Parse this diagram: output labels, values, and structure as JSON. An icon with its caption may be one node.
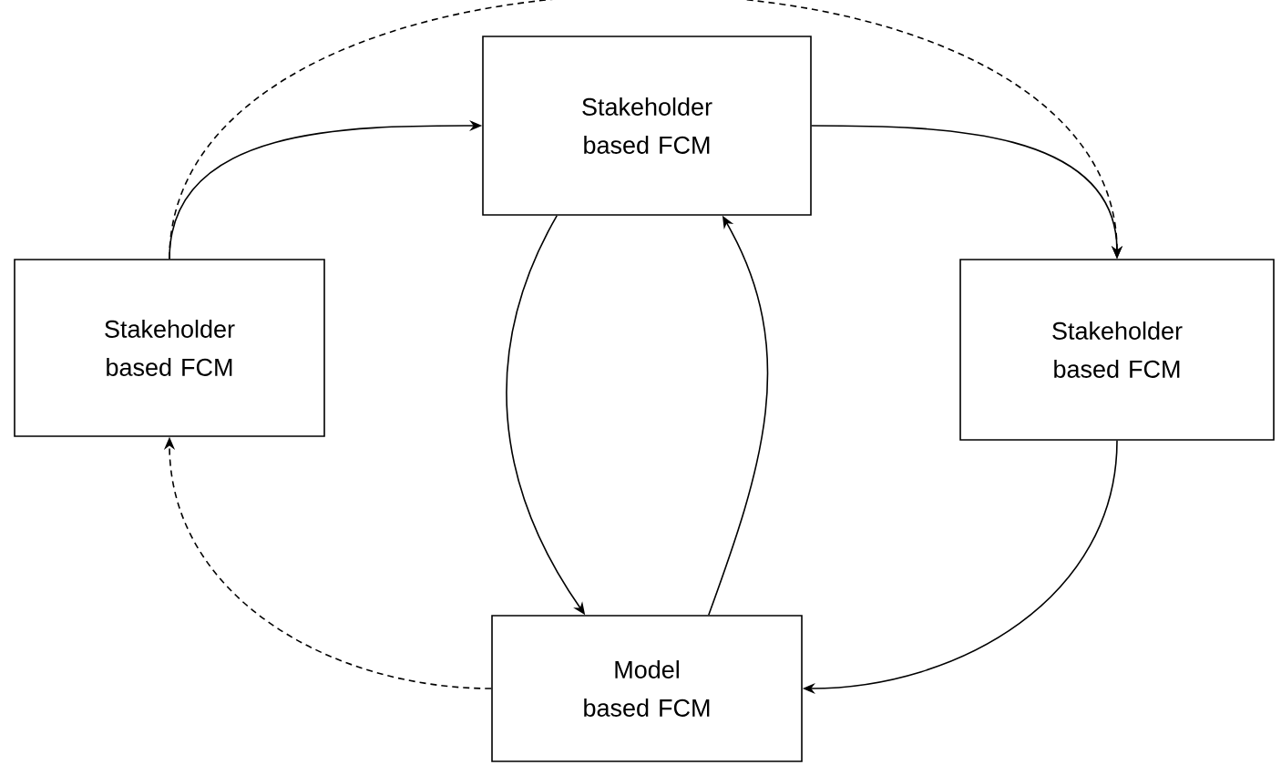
{
  "diagram": {
    "nodes": [
      {
        "text": [
          "Stakeholder based FCM"
        ]
      },
      {
        "text": [
          "Stakeholder based FCM"
        ]
      },
      {
        "text": [
          "Stakeholder based FCM"
        ]
      },
      {
        "text": [
          "Model based FCM"
        ]
      }
    ],
    "edges": [
      {
        "from": 1,
        "to": 0,
        "arrow": "to"
      },
      {
        "from": 0,
        "to": 2,
        "arrow": "to"
      },
      {
        "from": 2,
        "to": 3,
        "arrow": "to"
      },
      {
        "from": 3,
        "to": 1,
        "arrow": "to",
        "style": "dashed"
      },
      {
        "from": 1,
        "to": 2,
        "arrow": "to",
        "style": "dashed"
      },
      {
        "from": 0,
        "to": 3,
        "arrow": "to"
      },
      {
        "from": 3,
        "to": 0,
        "arrow": "to"
      }
    ]
  }
}
